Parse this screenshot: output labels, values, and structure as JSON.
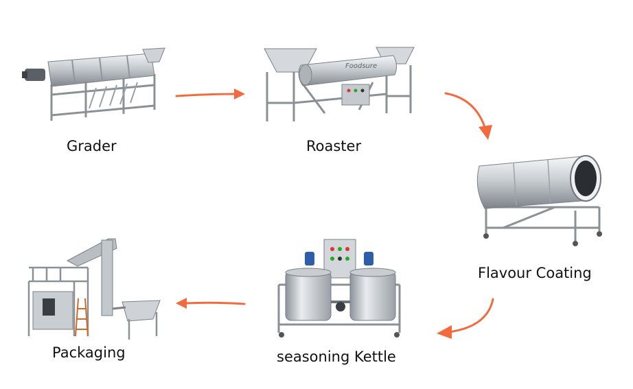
{
  "steps": [
    {
      "id": "grader",
      "label": "Grader"
    },
    {
      "id": "roaster",
      "label": "Roaster",
      "brand": "Foodsure"
    },
    {
      "id": "flavour-coating",
      "label": "Flavour Coating"
    },
    {
      "id": "seasoning-kettle",
      "label": "seasoning Kettle"
    },
    {
      "id": "packaging",
      "label": "Packaging"
    }
  ],
  "colors": {
    "arrow": "#f26a3d",
    "steel_light": "#e4e7ea",
    "steel_mid": "#b9bec3",
    "steel_dark": "#7c8288",
    "text": "#111111",
    "motor_blue": "#2f5ea8"
  }
}
